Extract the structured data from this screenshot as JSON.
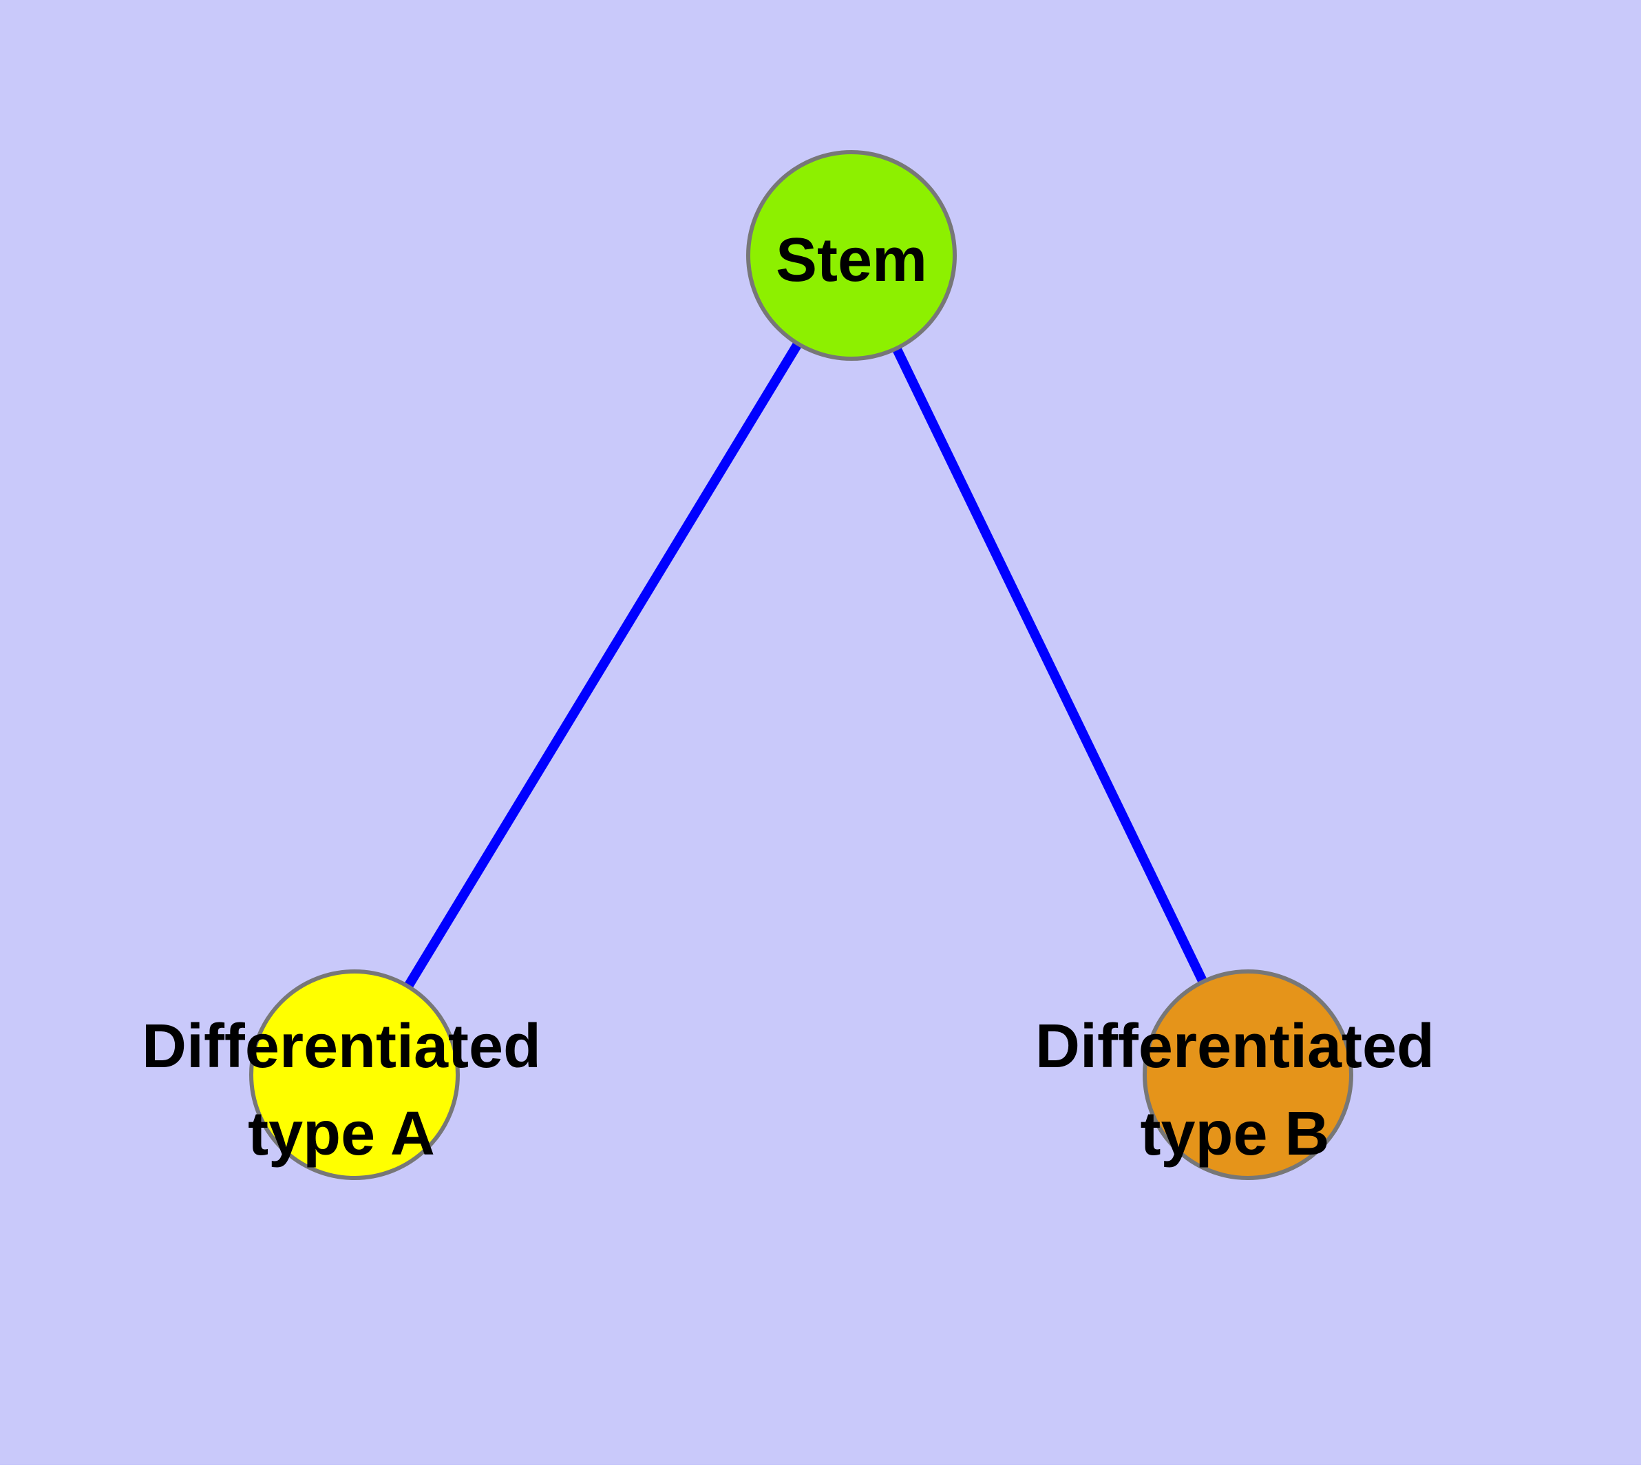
{
  "diagram": {
    "type": "graph",
    "description": "Cell differentiation tree: a Stem node connected to two differentiated cell type nodes",
    "background_color": "#c9c9fa",
    "text_color": "#000000",
    "node_border_color": "#777777",
    "edge_color": "#0000ff",
    "nodes": [
      {
        "id": "stem",
        "label_line1": "Stem",
        "label_line2": "",
        "fill": "#8df000"
      },
      {
        "id": "typeA",
        "label_line1": "Differentiated",
        "label_line2": "type A",
        "fill": "#ffff00"
      },
      {
        "id": "typeB",
        "label_line1": "Differentiated",
        "label_line2": "type B",
        "fill": "#e5941a"
      }
    ],
    "edges": [
      {
        "from": "Stem",
        "to": "Differentiated type A",
        "color": "#0000ff"
      },
      {
        "from": "Stem",
        "to": "Differentiated type B",
        "color": "#0000ff"
      }
    ]
  }
}
